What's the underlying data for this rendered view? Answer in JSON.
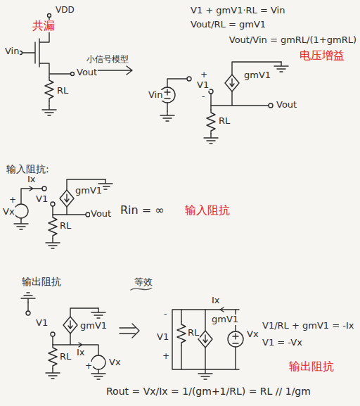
{
  "diagram": {
    "title": "共漏",
    "labels": [
      "V1 + gmV1·RL = Vin",
      "Vout/RL = gmV1",
      "Vout/Vin = gmRL/(1+gmRL)",
      "电压增益",
      "VDD",
      "Vin",
      "Vout",
      "RL",
      "小信号模型",
      "Vin",
      "+",
      "V1",
      "-",
      "gmV1",
      "Vout",
      "RL",
      "输入阻抗:",
      "Ix",
      "+",
      "Vx",
      "V1",
      "gmV1",
      "RL",
      "Vout",
      "Rin = ∞",
      "输入阻抗",
      "输出阻抗",
      "等效",
      "V1",
      "gmV1",
      "RL",
      "Ix",
      "Vx",
      "+",
      "Ix",
      "-",
      "V1",
      "+",
      "RL",
      "gmV1",
      "Vx",
      "V1/RL + gmV1 = -Ix",
      "V1 = -Vx",
      "输出阻抗",
      "Rout = Vx/Ix = 1/(gm+1/RL) = RL // 1/gm"
    ]
  }
}
